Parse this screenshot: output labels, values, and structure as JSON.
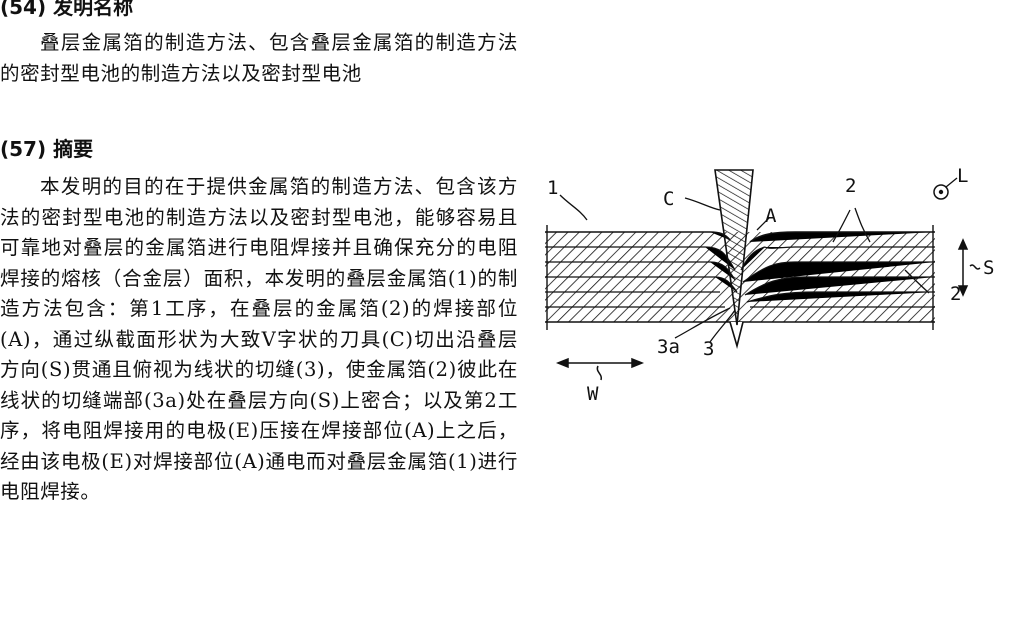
{
  "section54": {
    "heading": "(54) 发明名称",
    "title_text": "叠层金属箔的制造方法、包含叠层金属箔的制造方法的密封型电池的制造方法以及密封型电池"
  },
  "section57": {
    "heading": "(57) 摘要",
    "abstract_text": "本发明的目的在于提供金属箔的制造方法、包含该方法的密封型电池的制造方法以及密封型电池，能够容易且可靠地对叠层的金属箔进行电阻焊接并且确保充分的电阻焊接的熔核（合金层）面积，本发明的叠层金属箔(1)的制造方法包含：第1工序，在叠层的金属箔(2)的焊接部位(A)，通过纵截面形状为大致V字状的刀具(C)切出沿叠层方向(S)贯通且俯视为线状的切缝(3)，使金属箔(2)彼此在线状的切缝端部(3a)处在叠层方向(S)上密合；以及第2工序，将电阻焊接用的电极(E)压接在焊接部位(A)上之后，经由该电极(E)对焊接部位(A)通电而对叠层金属箔(1)进行电阻焊接。"
  },
  "figure": {
    "labels": {
      "one": "1",
      "c": "C",
      "a": "A",
      "two_top": "2",
      "two_right": "2",
      "l": "L",
      "s": "S",
      "three_a": "3a",
      "three": "3",
      "w": "W"
    }
  }
}
